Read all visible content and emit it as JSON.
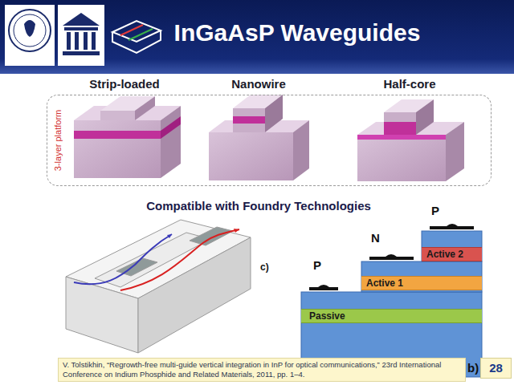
{
  "diagram": {
    "title": "InGaAsP Waveguides",
    "nodes": [
      {
        "text": [
          "3-layer platform"
        ]
      },
      {
        "text": [
          "Active 2"
        ]
      },
      {
        "text": [
          "Active 1"
        ]
      },
      {
        "text": [
          "Passive"
        ]
      },
      {
        "text": [
          "V. Tolstikhin, “Regrowth-free multi-guide vertical integration in InP for optical communications,” 23rd International Conference on Indium Phosphide and Related Materials, 2011, pp. 1–4."
        ]
      },
      {
        "text": [
          "28"
        ]
      }
    ],
    "labels": [
      "Strip-loaded",
      "Nanowire",
      "Half-core",
      "Compatible with Foundry Technologies",
      "P",
      "N",
      "P",
      "c)",
      "b)"
    ]
  }
}
